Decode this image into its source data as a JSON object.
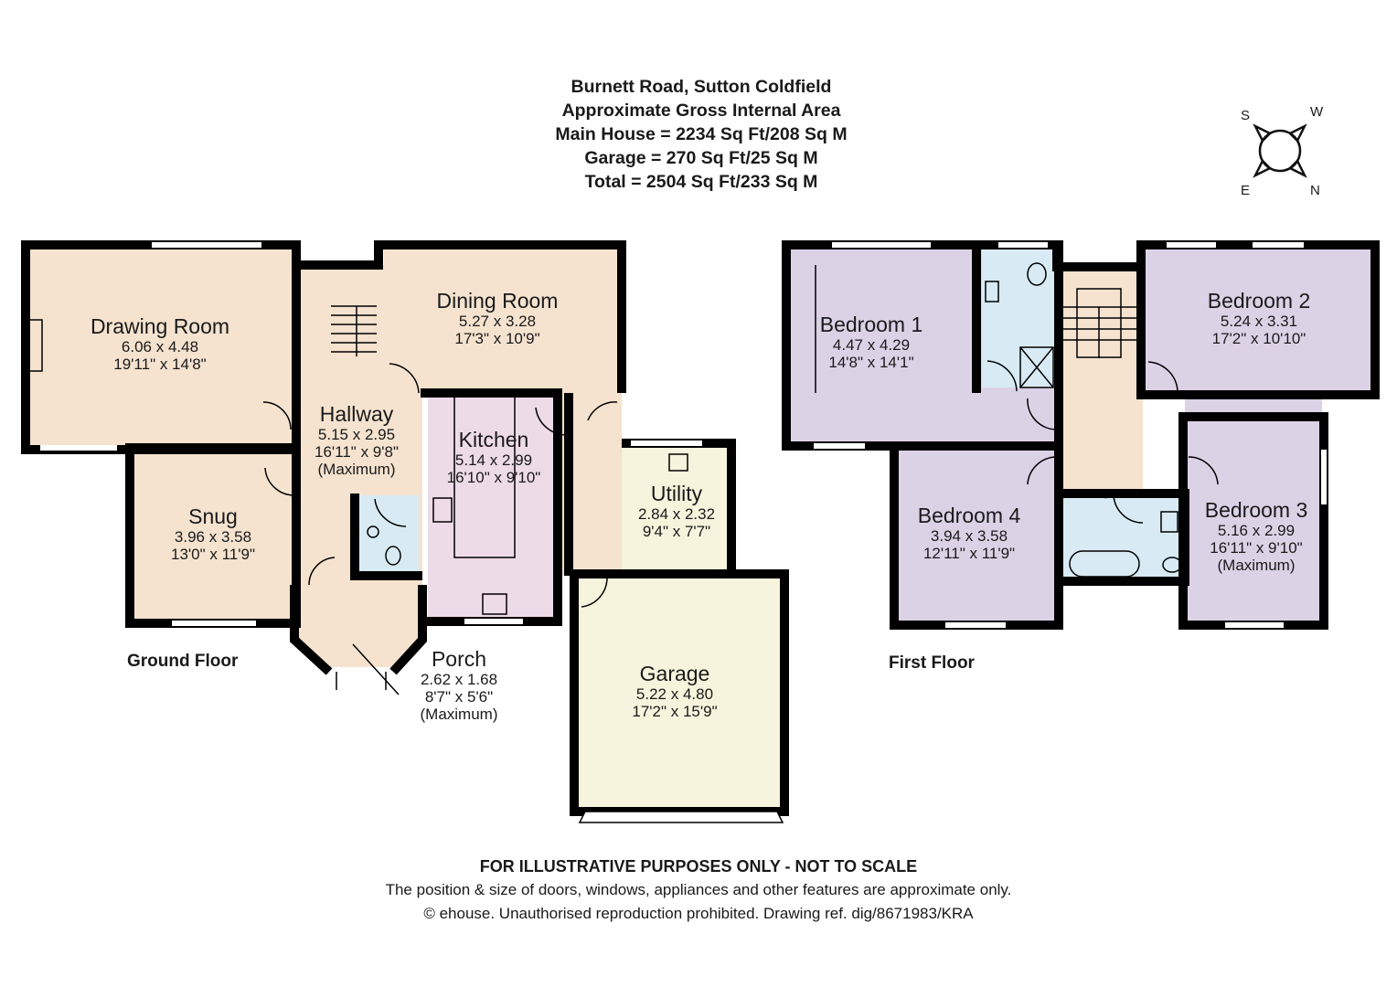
{
  "header": {
    "address": "Burnett Road, Sutton Coldfield",
    "subtitle": "Approximate Gross Internal Area",
    "main_house": "Main House = 2234 Sq Ft/208 Sq M",
    "garage": "Garage = 270 Sq Ft/25 Sq M",
    "total": "Total = 2504 Sq Ft/233 Sq M"
  },
  "compass": {
    "icon": "compass-rose-icon",
    "s": "S",
    "w": "W",
    "e": "E",
    "n": "N"
  },
  "colors": {
    "wall": "#000000",
    "reception": "#f5e3cf",
    "kitchen": "#eedbe8",
    "bathroom": "#d8ebf4",
    "garage": "#f6f4dc",
    "bedroom": "#dcd2e6",
    "landing": "#f5e3cf"
  },
  "ground_floor": {
    "label": "Ground Floor",
    "rooms": [
      {
        "name": "Drawing Room",
        "metric": "6.06 x 4.48",
        "imperial": "19'11\" x 14'8\""
      },
      {
        "name": "Dining Room",
        "metric": "5.27 x 3.28",
        "imperial": "17'3\" x 10'9\""
      },
      {
        "name": "Hallway",
        "metric": "5.15 x 2.95",
        "imperial": "16'11\" x 9'8\"",
        "note": "(Maximum)"
      },
      {
        "name": "Kitchen",
        "metric": "5.14 x 2.99",
        "imperial": "16'10\" x 9'10\""
      },
      {
        "name": "Utility",
        "metric": "2.84 x 2.32",
        "imperial": "9'4\" x 7'7\""
      },
      {
        "name": "Snug",
        "metric": "3.96 x 3.58",
        "imperial": "13'0\" x 11'9\""
      },
      {
        "name": "Porch",
        "metric": "2.62 x 1.68",
        "imperial": "8'7\" x 5'6\"",
        "note": "(Maximum)"
      },
      {
        "name": "Garage",
        "metric": "5.22 x 4.80",
        "imperial": "17'2\" x 15'9\""
      }
    ]
  },
  "first_floor": {
    "label": "First Floor",
    "rooms": [
      {
        "name": "Bedroom 1",
        "metric": "4.47 x 4.29",
        "imperial": "14'8\" x 14'1\""
      },
      {
        "name": "Bedroom 2",
        "metric": "5.24 x 3.31",
        "imperial": "17'2\" x 10'10\""
      },
      {
        "name": "Bedroom 4",
        "metric": "3.94 x 3.58",
        "imperial": "12'11\" x 11'9\""
      },
      {
        "name": "Bedroom 3",
        "metric": "5.16 x 2.99",
        "imperial": "16'11\" x 9'10\"",
        "note": "(Maximum)"
      }
    ]
  },
  "footer": {
    "disclaimer": "FOR ILLUSTRATIVE PURPOSES ONLY - NOT TO SCALE",
    "note": "The position & size of doors, windows, appliances and other features are approximate only.",
    "copyright": "© ehouse. Unauthorised reproduction prohibited. Drawing ref. dig/8671983/KRA"
  }
}
